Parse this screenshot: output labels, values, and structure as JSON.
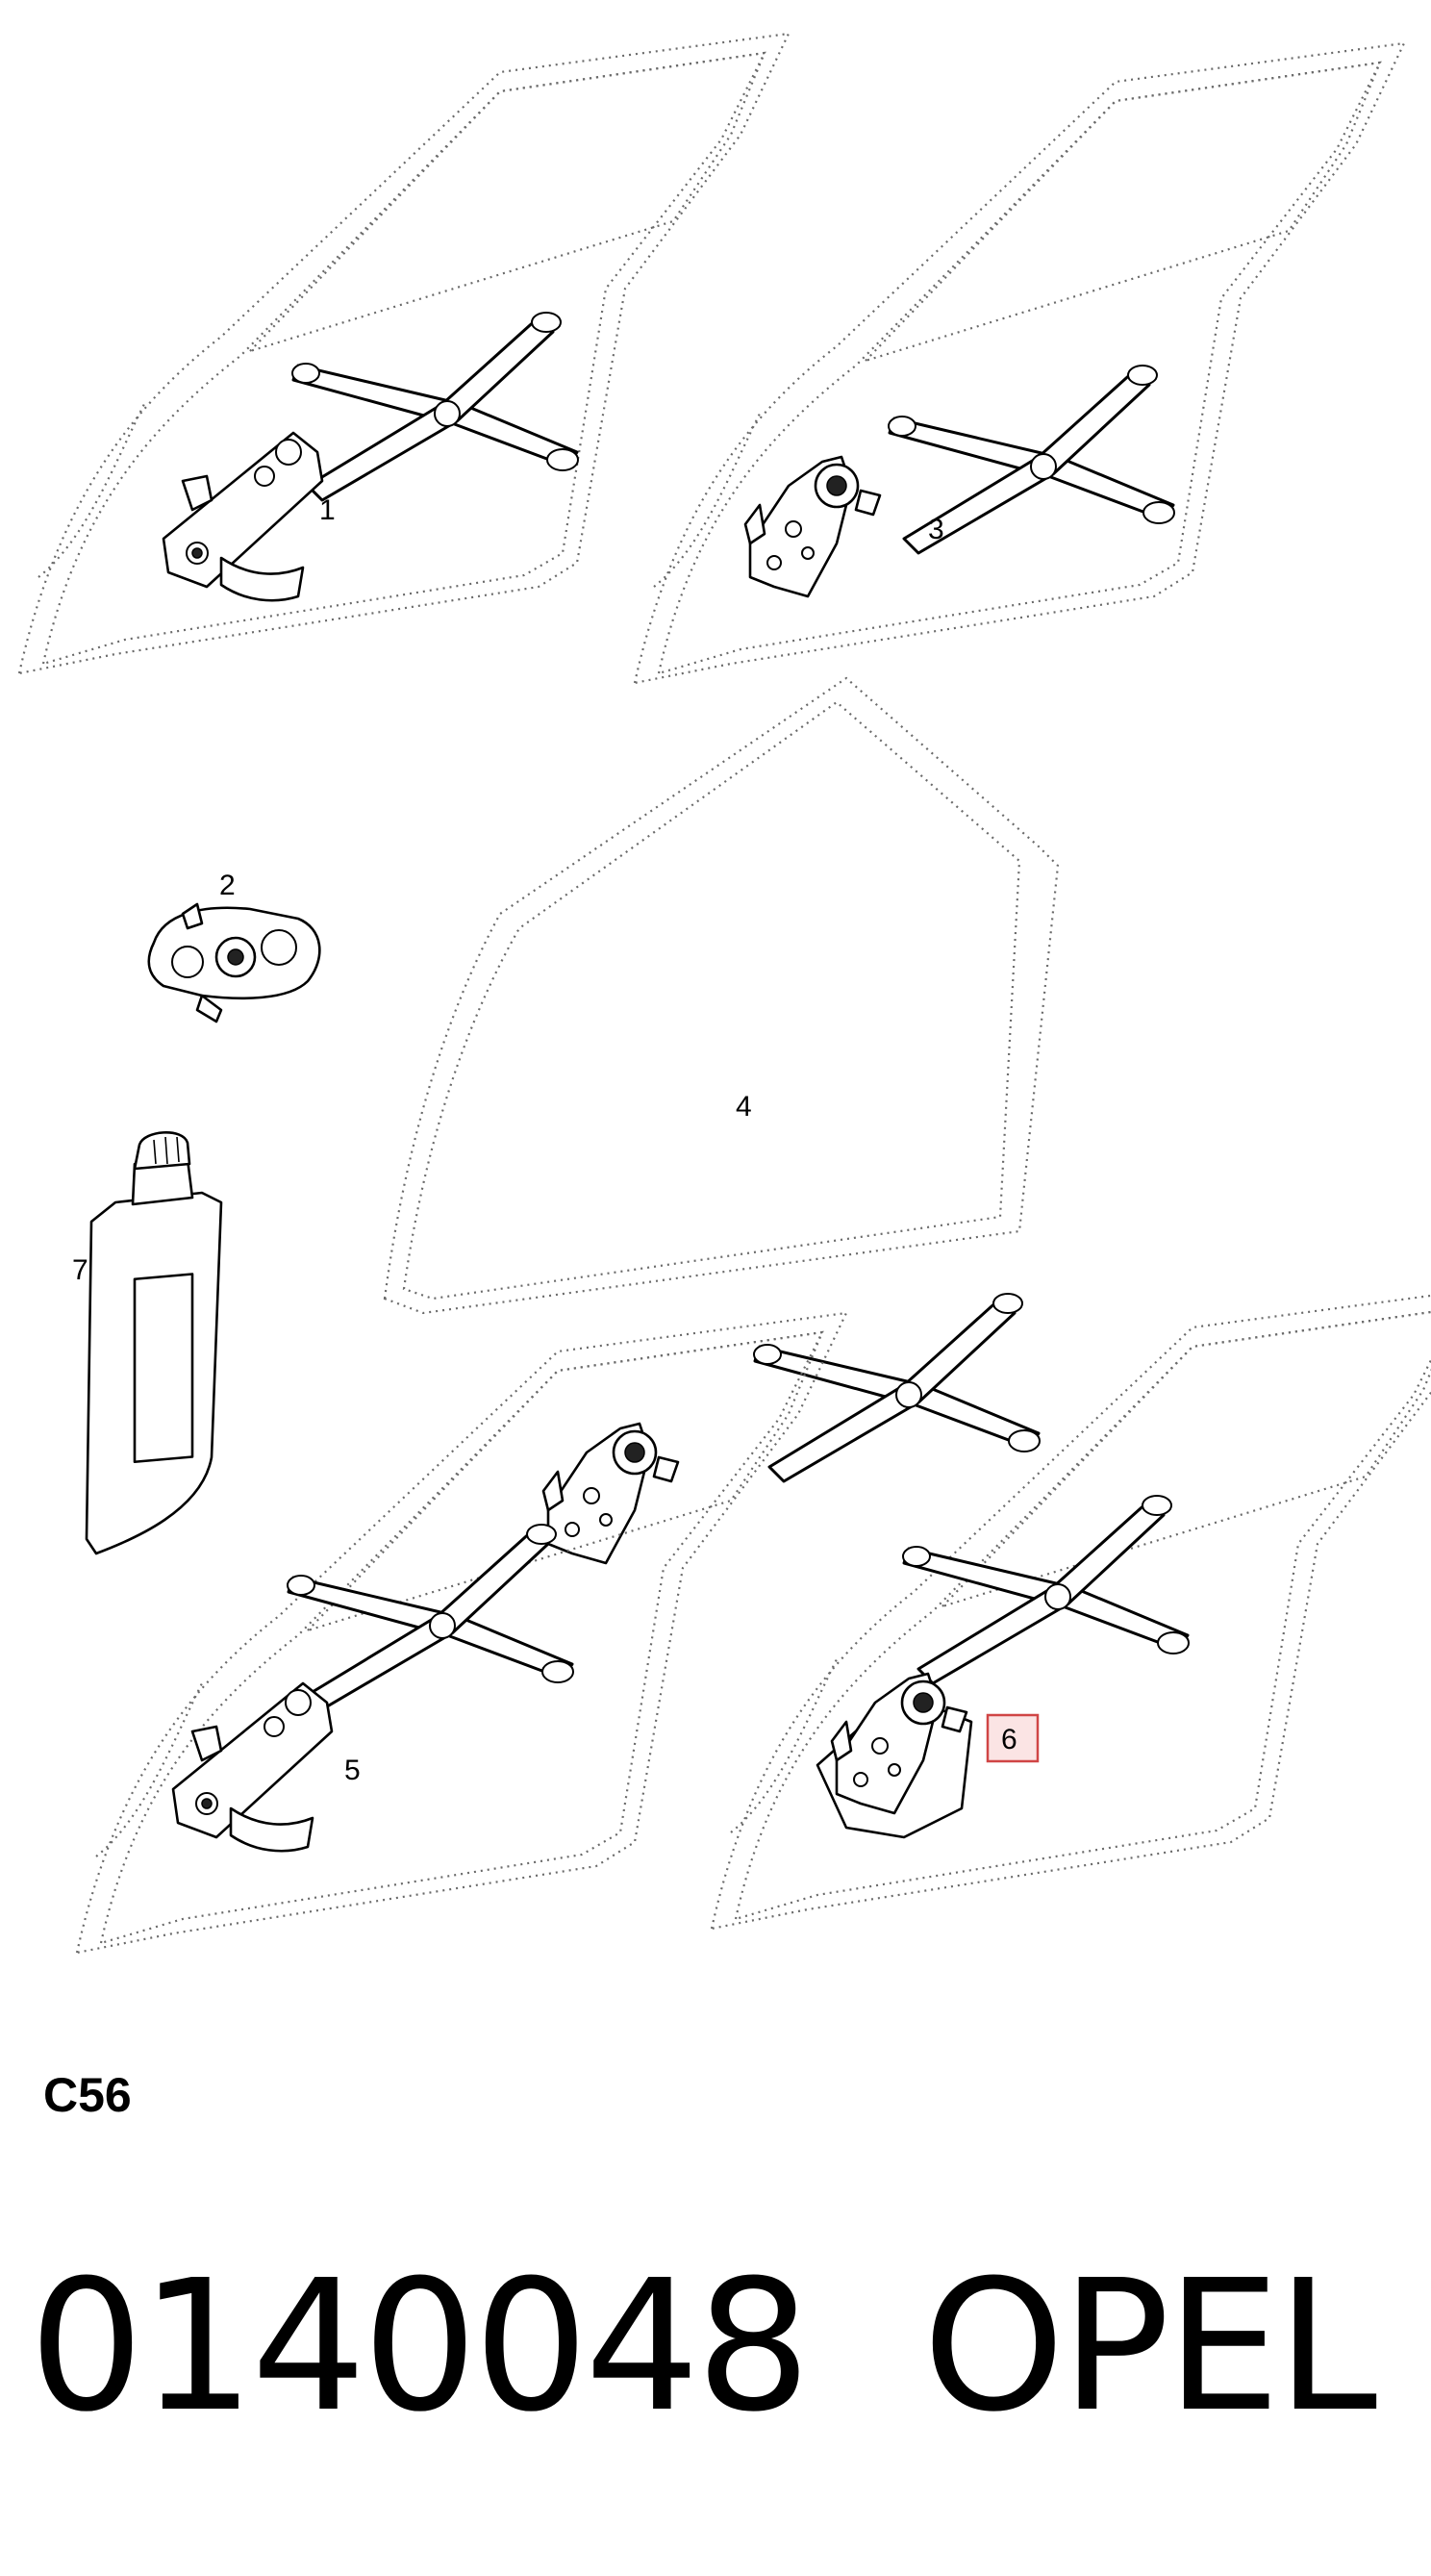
{
  "diagram": {
    "callouts": [
      {
        "id": "1",
        "label": "1"
      },
      {
        "id": "2",
        "label": "2"
      },
      {
        "id": "3",
        "label": "3"
      },
      {
        "id": "4",
        "label": "4"
      },
      {
        "id": "5",
        "label": "5"
      },
      {
        "id": "6",
        "label": "6",
        "highlighted": true
      },
      {
        "id": "7",
        "label": "7"
      }
    ],
    "section_code": "C56",
    "highlight_color": "#d04545"
  },
  "footer": {
    "part_number": "0140048",
    "brand": "OPEL"
  }
}
